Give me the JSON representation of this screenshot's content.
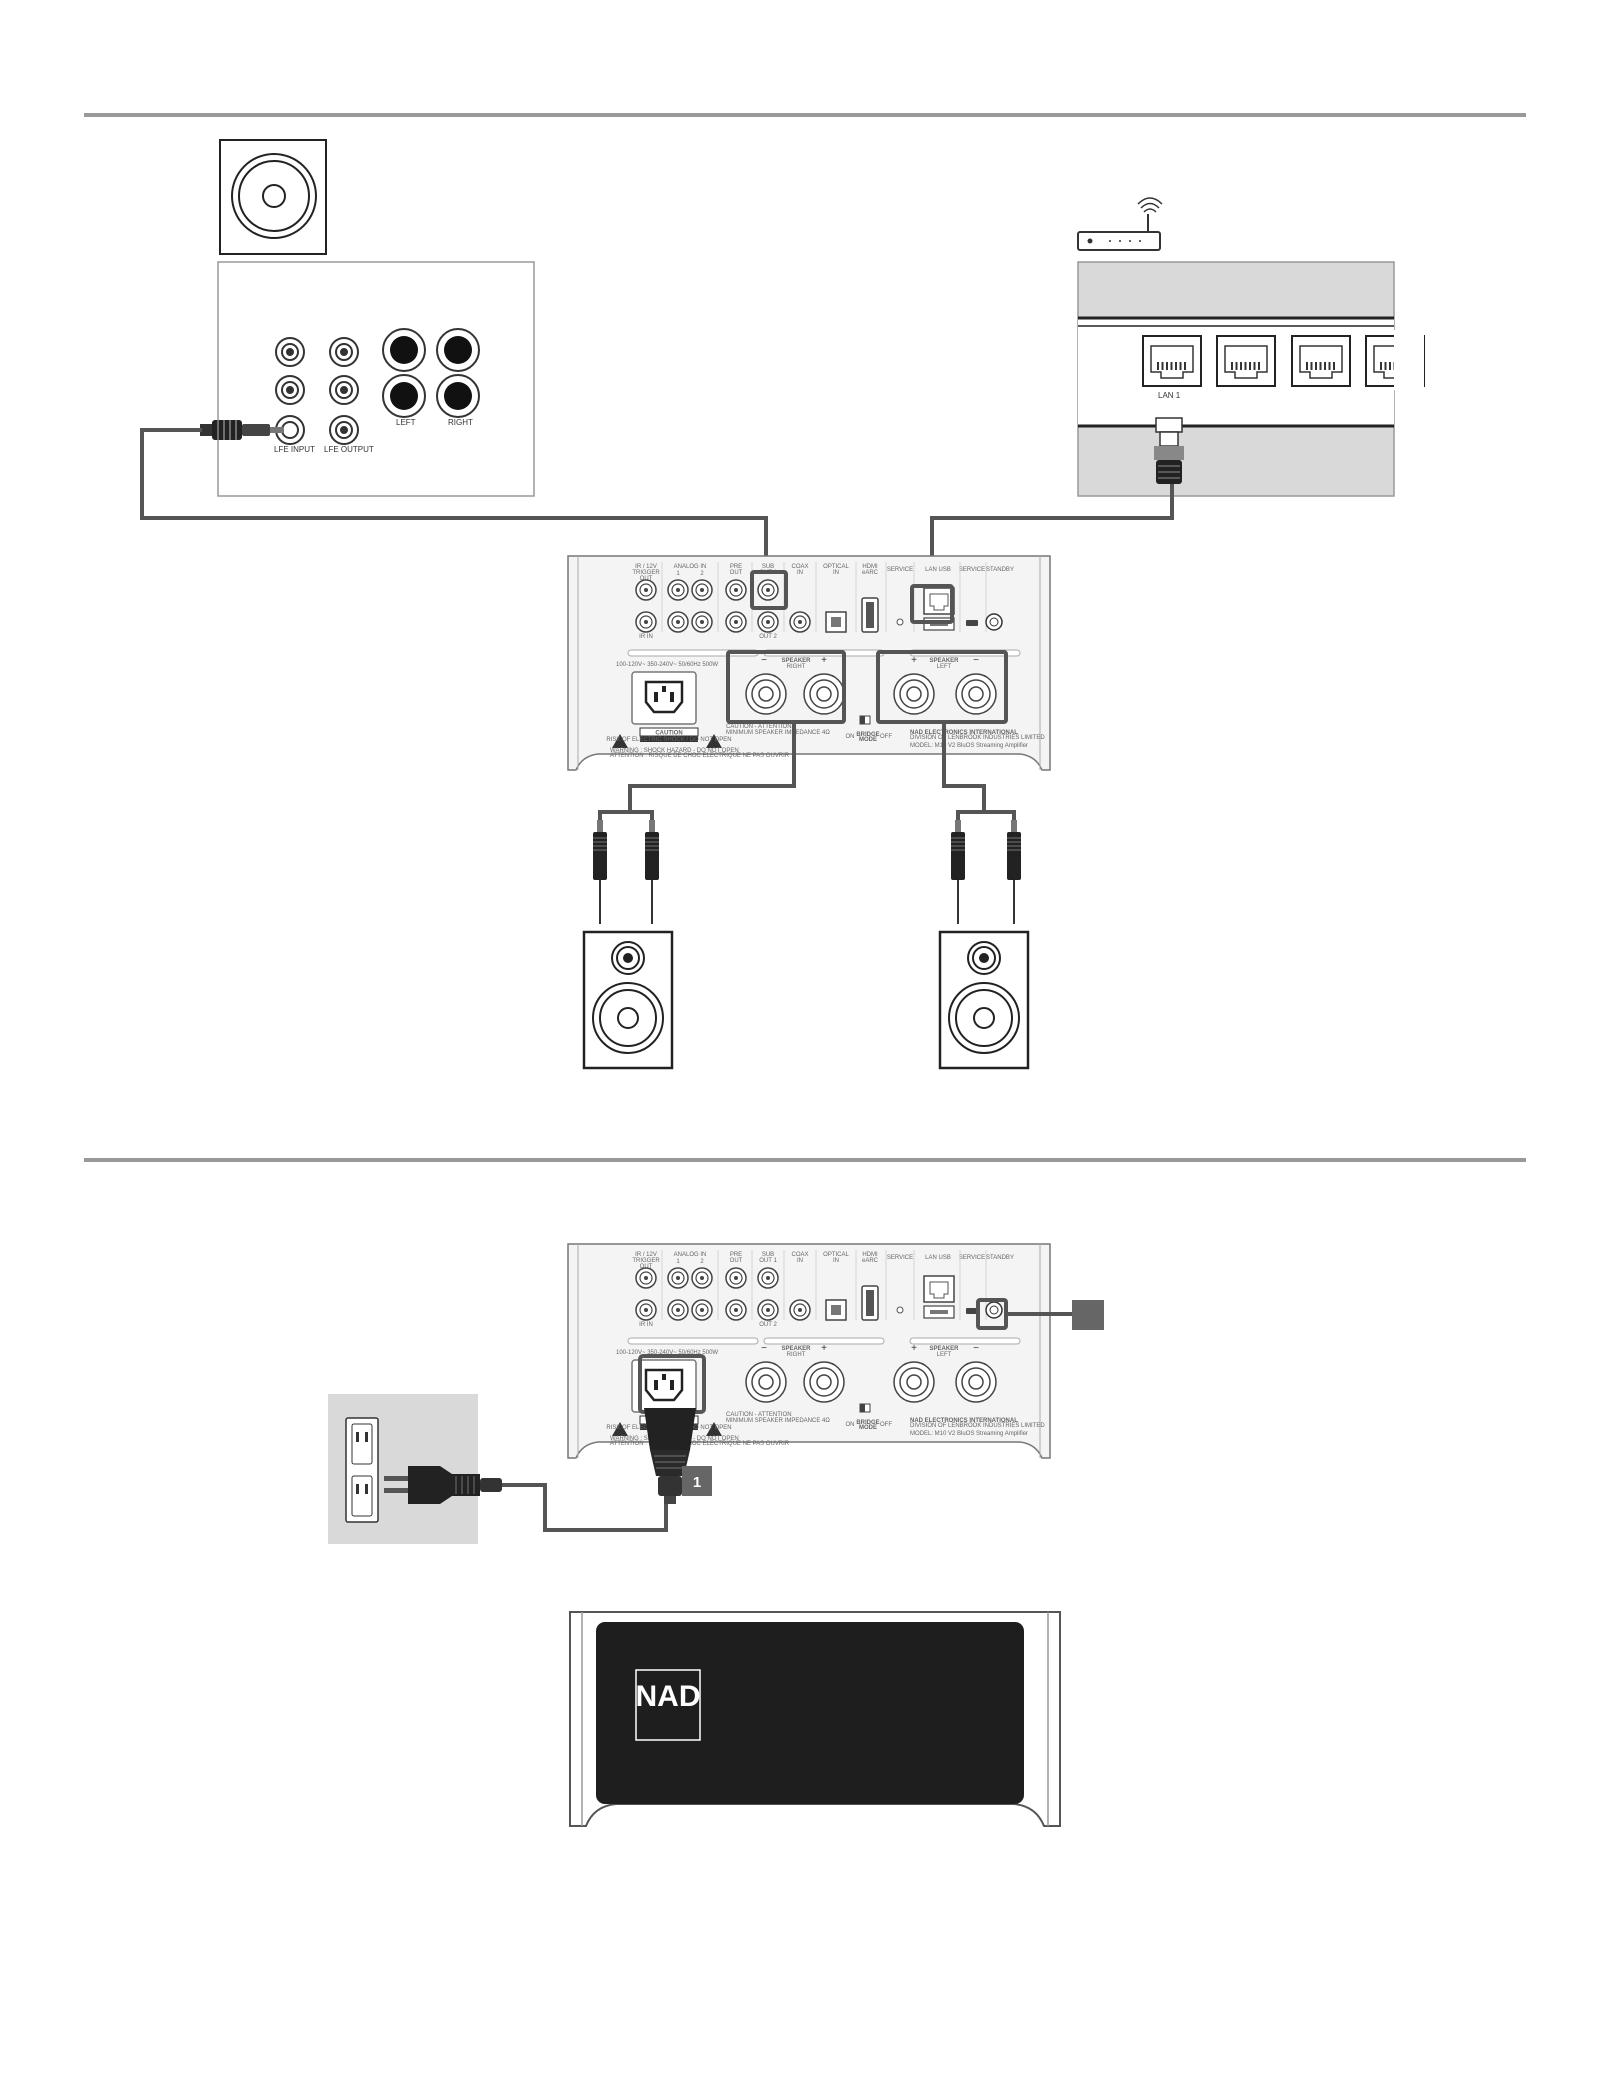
{
  "subwoofer_panel": {
    "lfe_input": "LFE INPUT",
    "lfe_output": "LFE OUTPUT",
    "left": "LEFT",
    "right": "RIGHT"
  },
  "router": {
    "lan1": "LAN 1"
  },
  "amp_panel": {
    "ir_trigger": [
      "IR / 12V",
      "TRIGGER",
      "OUT"
    ],
    "ir_in": "IR IN",
    "analog_in": "ANALOG IN",
    "analog_in_1": "1",
    "analog_in_2": "2",
    "pre_out": [
      "PRE",
      "OUT"
    ],
    "sub_out": [
      "SUB",
      "OUT 1"
    ],
    "sub_out_2": "OUT 2",
    "coax_in": [
      "COAX",
      "IN"
    ],
    "optical_in": [
      "OPTICAL",
      "IN"
    ],
    "hdmi_earc": [
      "HDMI",
      "eARC"
    ],
    "service": "SERVICE",
    "lan_usb": "LAN  USB",
    "service2": "SERVICE",
    "standby": "STANDBY",
    "mains_rating": "100-120V~ 350-240V~ 50/60Hz 500W",
    "caution": "CAUTION",
    "caution_sub": "RISK OF ELECTRIC SHOCK / DO NOT OPEN",
    "warning": "WARNING : SHOCK HAZARD - DO NOT OPEN",
    "attention": "ATTENTION : RISQUE DE CHOC ELECTRIQUE NE PAS OUVRIR",
    "speaker_right": [
      "SPEAKER",
      "RIGHT"
    ],
    "speaker_left": [
      "SPEAKER",
      "LEFT"
    ],
    "speaker_caution": "CAUTION - ATTENTION",
    "speaker_caution_sub": "MINIMUM SPEAKER IMPEDANCE 4Ω",
    "bridge_on": "ON",
    "bridge_mode": [
      "BRIDGE",
      "MODE"
    ],
    "bridge_off": "OFF",
    "maker": "NAD ELECTRONICS INTERNATIONAL",
    "maker_sub": "DIVISION OF LENBROOK INDUSTRIES LIMITED",
    "model": "MODEL: M10 V2 BluOS Streaming Amplifier"
  },
  "callouts": {
    "power_step": "1"
  },
  "front_panel": {
    "logo": "NAD"
  }
}
